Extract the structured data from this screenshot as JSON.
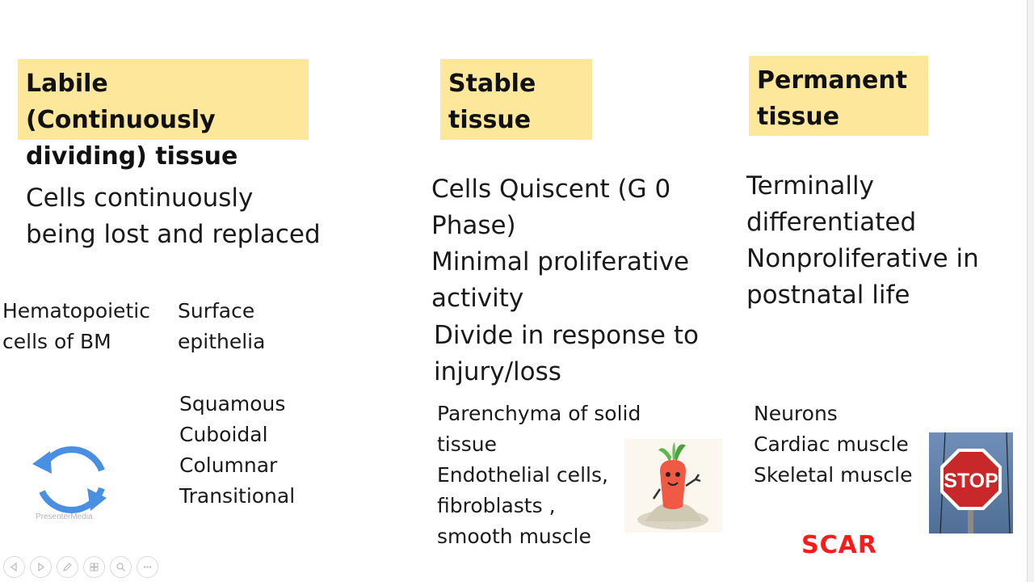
{
  "columns": {
    "labile": {
      "header": "Labile (Continuously\ndividing) tissue",
      "description": "Cells continuously\nbeing lost and replaced",
      "example_left": "Hematopoietic\ncells of BM",
      "example_right": "Surface\nepithelia",
      "epithelia_types": "Squamous\nCuboidal\nColumnar\nTransitional",
      "cycle_watermark": "PresenterMedia"
    },
    "stable": {
      "header": "Stable\ntissue",
      "description": "Cells Quiscent (G 0\nPhase)\nMinimal proliferative\nactivity",
      "description2": "Divide in response to\ninjury/loss",
      "examples": "Parenchyma of solid\ntissue\nEndothelial cells,\nfibroblasts ,\nsmooth muscle"
    },
    "permanent": {
      "header": "Permanent\ntissue",
      "description": "Terminally\ndifferentiated\nNonproliferative in\npostnatal life",
      "examples": "Neurons\nCardiac muscle\nSkeletal muscle",
      "stop_sign_text": "STOP",
      "scar": "SCAR"
    }
  },
  "toolbar": {
    "buttons": [
      "previous-icon",
      "next-icon",
      "pen-icon",
      "slides-icon",
      "zoom-icon",
      "more-icon"
    ]
  },
  "colors": {
    "header_bg": "#fde79a",
    "scar_red": "#ff1a1a",
    "cycle_blue": "#4a90e2"
  }
}
